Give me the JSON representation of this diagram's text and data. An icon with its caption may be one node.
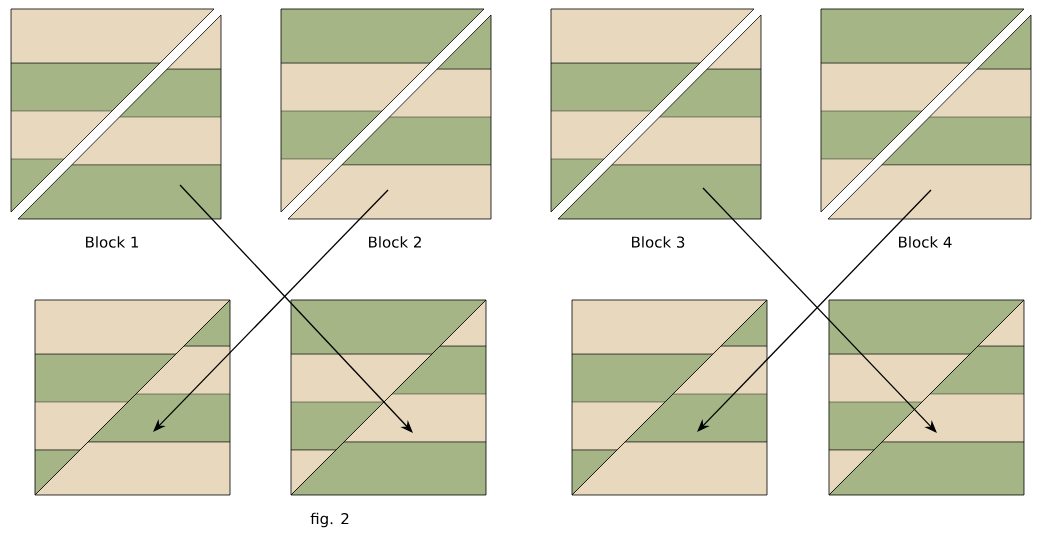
{
  "diagram": {
    "caption": "fig. 2",
    "nodes": [
      {
        "text": [
          "Block 1"
        ]
      },
      {
        "text": [
          "Block 2"
        ]
      },
      {
        "text": [
          "Block 3"
        ]
      },
      {
        "text": [
          "Block 4"
        ]
      },
      {
        "text": [],
        "shape": "box"
      },
      {
        "text": [],
        "shape": "box"
      },
      {
        "text": [],
        "shape": "box"
      },
      {
        "text": [],
        "shape": "box"
      }
    ],
    "edges": [
      {
        "from": 0,
        "to": 5,
        "arrow": "to"
      },
      {
        "from": 1,
        "to": 4,
        "arrow": "to"
      },
      {
        "from": 2,
        "to": 7,
        "arrow": "to"
      },
      {
        "from": 3,
        "to": 6,
        "arrow": "to"
      }
    ]
  }
}
